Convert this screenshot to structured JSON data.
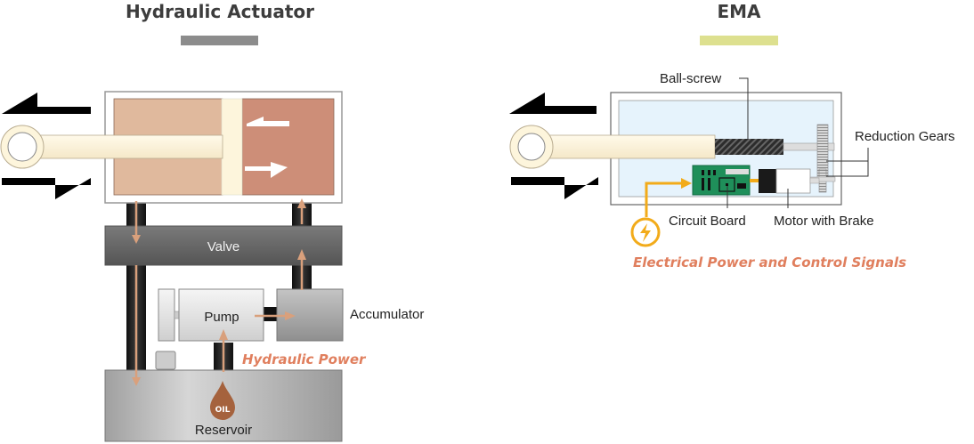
{
  "hydraulic": {
    "title": "Hydraulic Actuator",
    "underline_color": "#8c8c8c",
    "labels": {
      "valve": "Valve",
      "pump": "Pump",
      "accumulator": "Accumulator",
      "reservoir": "Reservoir",
      "oil": "OIL"
    },
    "power_label": "Hydraulic Power",
    "icons": [
      "bidirectional-arrows-icon",
      "oil-drop-icon",
      "flow-arrow-icon"
    ]
  },
  "ema": {
    "title": "EMA",
    "underline_color": "#dde08f",
    "labels": {
      "ball_screw": "Ball-screw",
      "reduction_gears": "Reduction Gears",
      "circuit_board": "Circuit Board",
      "motor_with_brake": "Motor with Brake"
    },
    "power_label": "Electrical Power and Control Signals",
    "icons": [
      "bidirectional-arrows-icon",
      "lightning-bolt-icon"
    ]
  },
  "colors": {
    "accent_text": "#e07f5e",
    "flow_arrow": "#d9a07c",
    "electric": "#f2ab1a",
    "cylinder_left": "#e0b99d",
    "cylinder_right": "#cd8e78",
    "rod": "#fdf5dc",
    "ema_housing": "#e6f3fc",
    "pcb": "#1f8f5a"
  }
}
